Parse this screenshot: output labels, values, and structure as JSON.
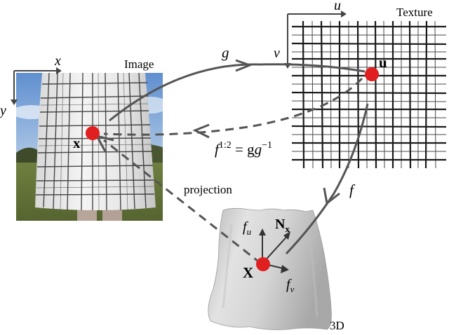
{
  "labels": {
    "image": "Image",
    "texture": "Texture",
    "three_d": "3D",
    "projection": "projection"
  },
  "axes": {
    "image_x": "x",
    "image_y": "y",
    "texture_u": "u",
    "texture_v": "v"
  },
  "maps": {
    "g": "g",
    "f": "f",
    "inverse_f": "f",
    "inverse_sup": "1:2",
    "inverse_eq": " = g",
    "inverse_g_sup": "−1"
  },
  "points": {
    "image_point": "x",
    "texture_point": "u",
    "surface_point": "X",
    "normal_main": "N",
    "normal_sub": "x",
    "tangent_u_main": "f",
    "tangent_u_sub": "u",
    "tangent_v_main": "f",
    "tangent_v_sub": "v"
  },
  "colors": {
    "point": "#e02020",
    "arrow": "#555555",
    "sky": "#7ea6d6",
    "grass": "#6a7a3a",
    "cloth": "#eeeeee",
    "grid": "#1a1a1a",
    "surface": "#cfcfcf"
  }
}
